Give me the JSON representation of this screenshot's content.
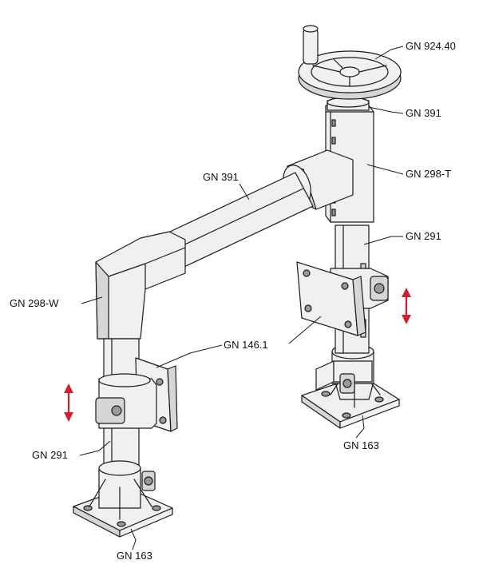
{
  "labels": {
    "handwheel": "GN 924.40",
    "tube_top": "GN 391",
    "tube_horizontal": "GN 391",
    "tee": "GN 298-T",
    "clamp_right": "GN 291",
    "elbow": "GN 298-W",
    "flange": "GN 146.1",
    "clamp_left": "GN 291",
    "base_right": "GN 163",
    "base_left": "GN 163"
  },
  "colors": {
    "arrow": "#d0202a"
  },
  "icons": {
    "adjust_arrow_left": "double-arrow-vertical-icon",
    "adjust_arrow_right": "double-arrow-vertical-icon"
  }
}
